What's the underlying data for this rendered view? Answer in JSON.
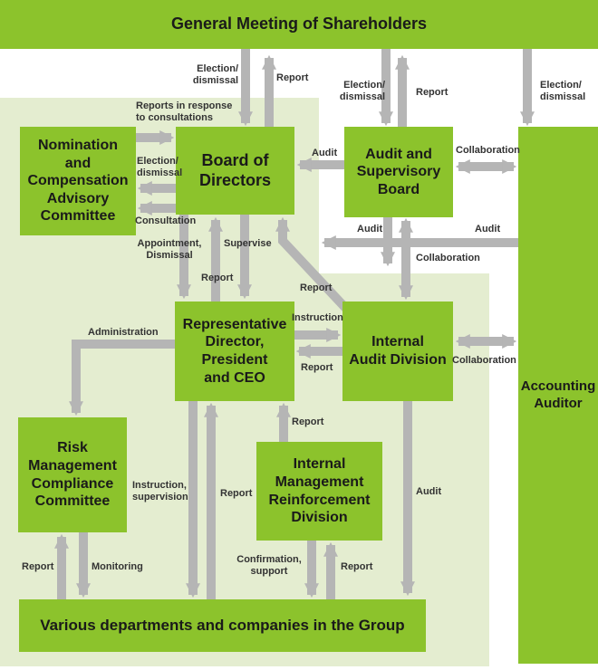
{
  "palette": {
    "box_green": "#8CC32C",
    "panel_pale_green": "#E4EDD0",
    "arrow_gray": "#B5B5B5",
    "box_text": "#1A1A1A",
    "label_text": "#333333"
  },
  "nodes": {
    "general_meeting": "General Meeting of Shareholders",
    "nomination": "Nomination\nand\nCompensation\nAdvisory\nCommittee",
    "board": "Board of\nDirectors",
    "audit_board": "Audit and\nSupervisory\nBoard",
    "accounting_auditor": "Accounting\nAuditor",
    "ceo": "Representative\nDirector,\nPresident\nand CEO",
    "internal_audit": "Internal\nAudit Division",
    "risk_committee": "Risk\nManagement\nCompliance\nCommittee",
    "reinforcement": "Internal\nManagement\nReinforcement\nDivision",
    "group": "Various departments and companies in the Group"
  },
  "labels": {
    "elec_top_bod": "Election/\ndismissal",
    "report_top_bod": "Report",
    "elec_top_asb": "Election/\ndismissal",
    "report_top_asb": "Report",
    "elec_top_aa": "Election/\ndismissal",
    "reports_consultations": "Reports in response\nto consultations",
    "elec_nom": "Election/\ndismissal",
    "consultation": "Consultation",
    "audit_asb_bod": "Audit",
    "appointment_dismissal": "Appointment,\nDismissal",
    "report_ceo_bod": "Report",
    "supervise": "Supervise",
    "report_iad_bod": "Report",
    "audit_mid_left": "Audit",
    "audit_mid_right": "Audit",
    "collab_asb_aa": "Collaboration",
    "collab_asb_iad": "Collaboration",
    "collab_iad_aa": "Collaboration",
    "instruction": "Instruction",
    "report_iad_ceo": "Report",
    "administration": "Administration",
    "instruction_supervision": "Instruction,\nsupervision",
    "report_group_ceo": "Report",
    "report_imrd_ceo": "Report",
    "confirmation_support": "Confirmation,\nsupport",
    "report_group_imrd": "Report",
    "audit_iad_group": "Audit",
    "report_rmcc_group": "Report",
    "monitoring": "Monitoring"
  }
}
